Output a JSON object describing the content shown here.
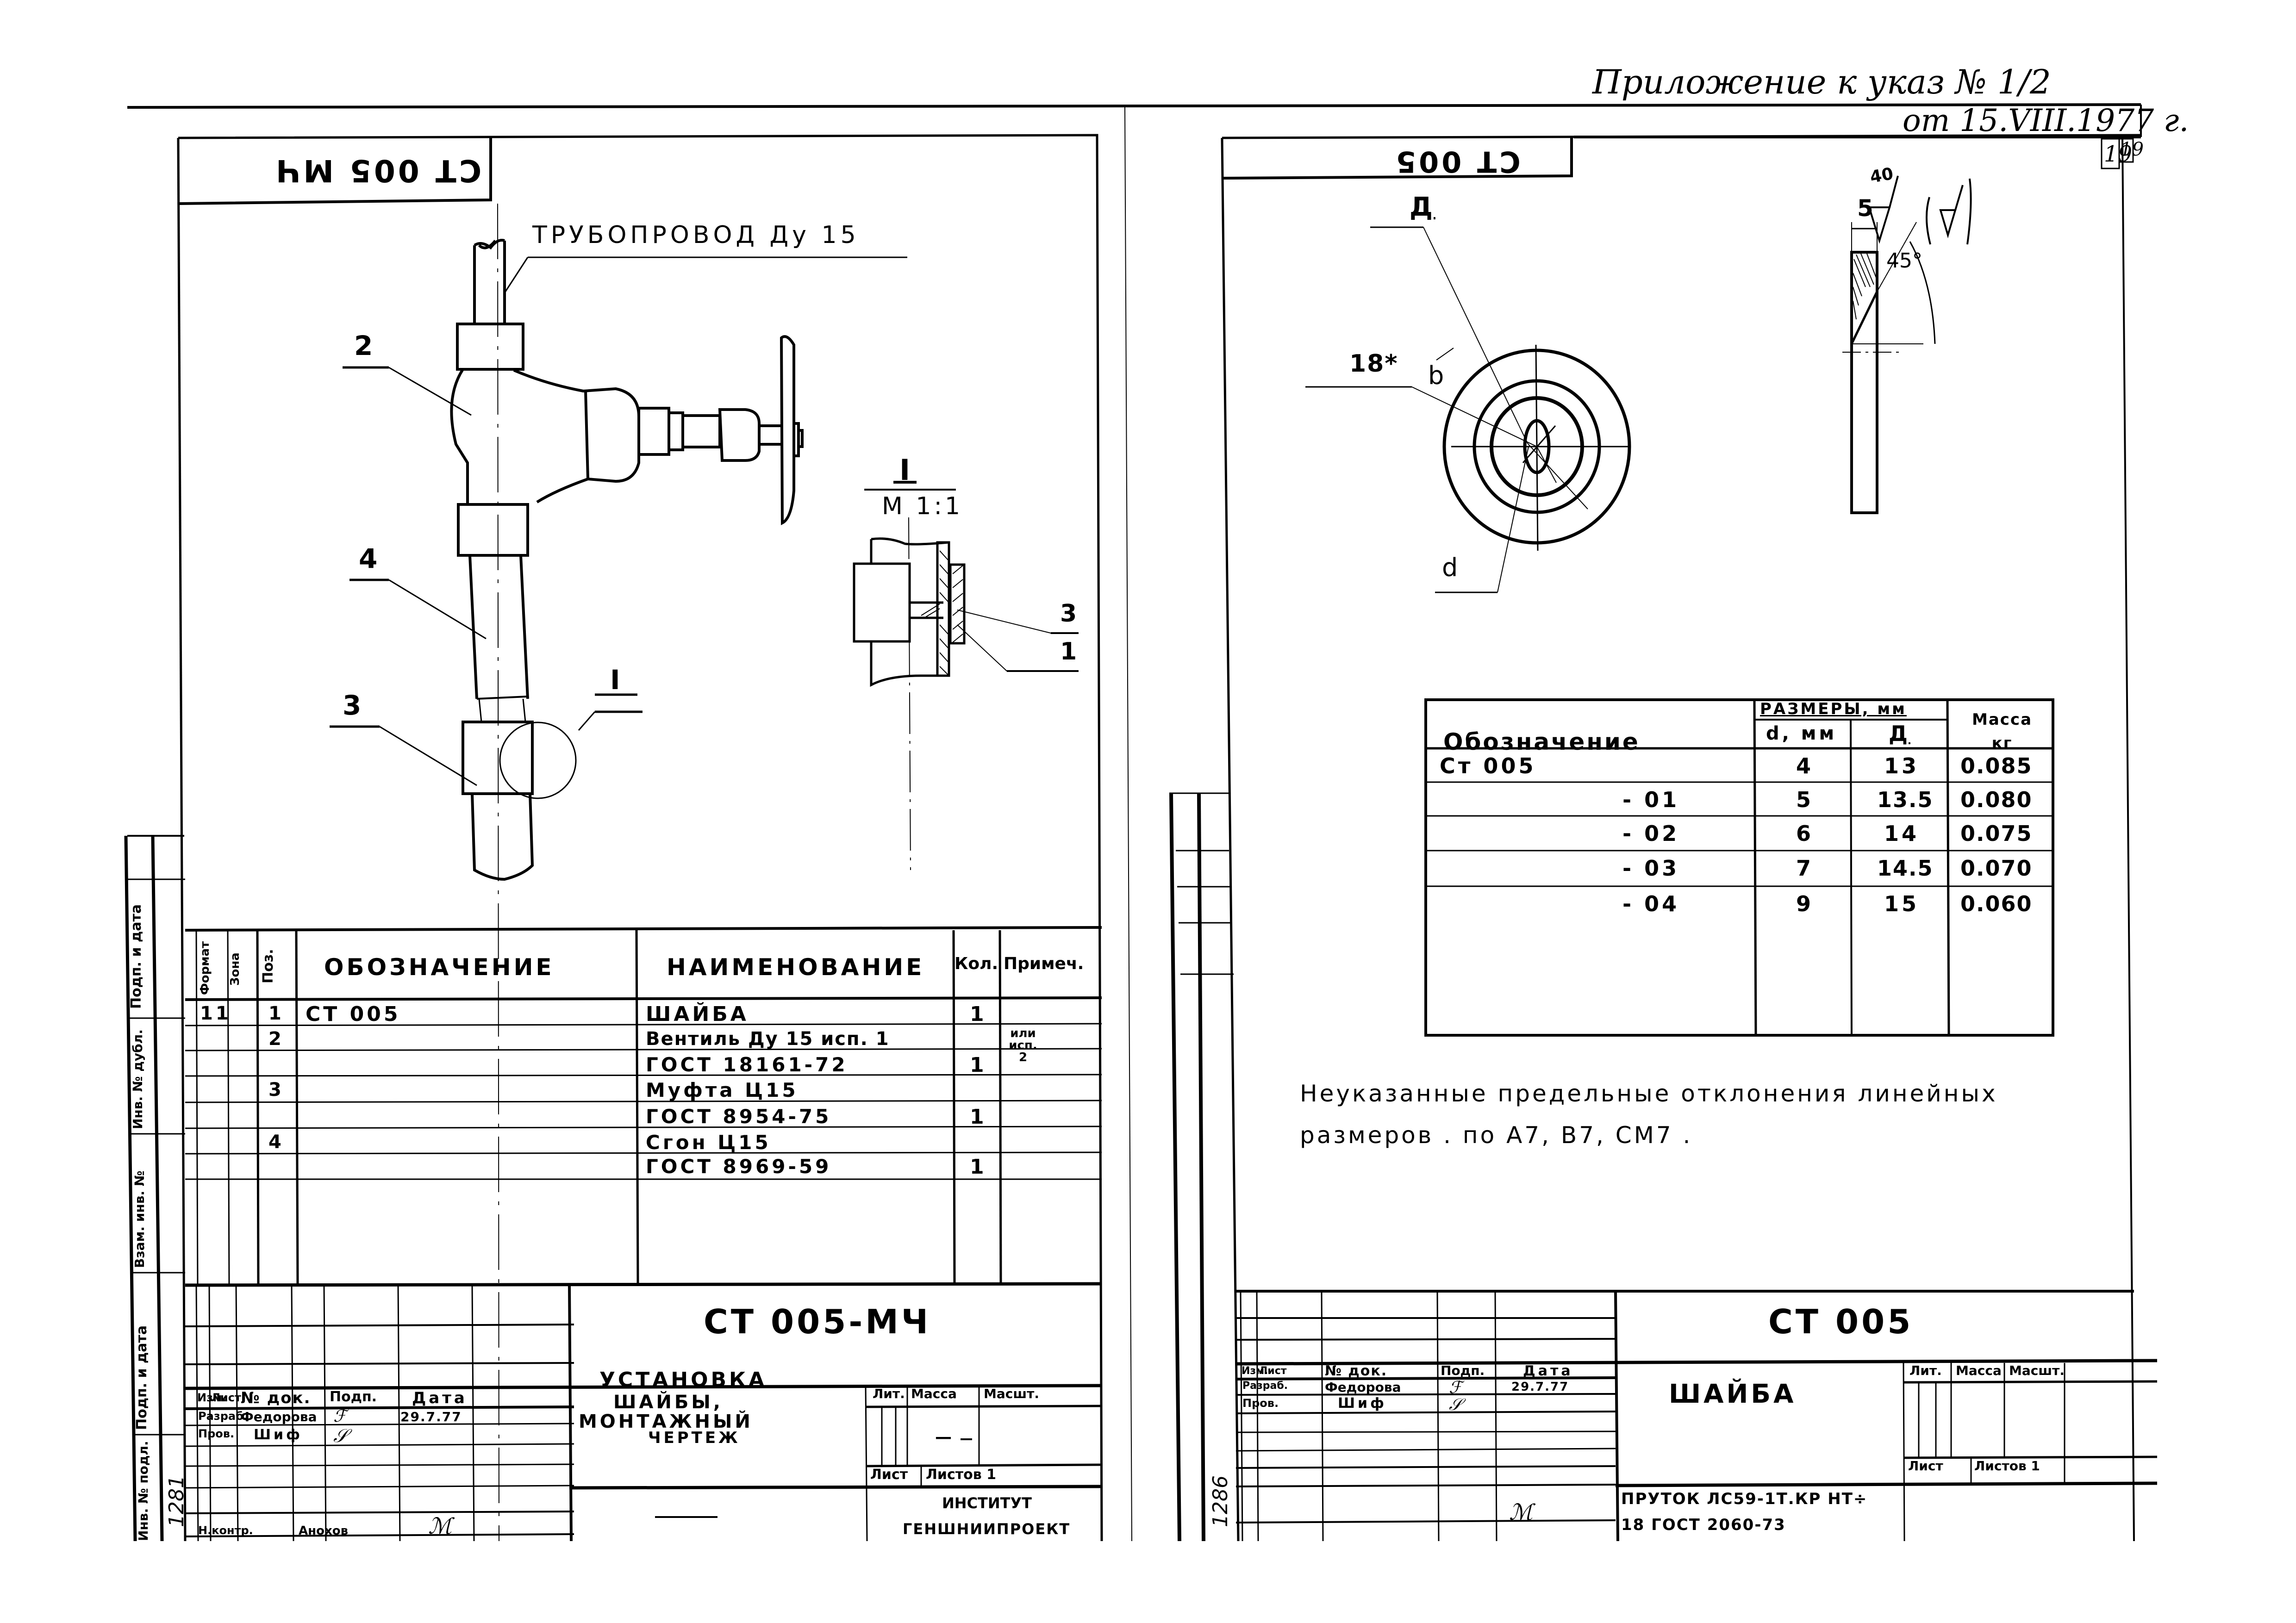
{
  "header": {
    "annotation_line1": "Приложение к указ № 1/2",
    "annotation_line2": "от 15.VIII.1977 г.",
    "page_numbers": [
      "19",
      "19"
    ]
  },
  "left_sheet": {
    "corner_stamp": "СТ 005 МЧ",
    "pipeline_label": "ТРУБОПРОВОД  Ду 15",
    "callouts": [
      "2",
      "4",
      "3",
      "I"
    ],
    "detail": {
      "title": "I",
      "scale": "М 1:1",
      "callouts": [
        "3",
        "1"
      ]
    },
    "spec_table": {
      "headers": {
        "format": "Формат",
        "zone": "Зона",
        "pos": "Поз.",
        "designation": "ОБОЗНАЧЕНИЕ",
        "name": "НАИМЕНОВАНИЕ",
        "qty": "Кол.",
        "note": "Примеч."
      },
      "rows": [
        {
          "format": "11",
          "zone": "",
          "pos": "1",
          "designation": "СТ  005",
          "name": "ШАЙБА",
          "qty": "1",
          "note": ""
        },
        {
          "format": "",
          "zone": "",
          "pos": "2",
          "designation": "",
          "name": "Вентиль Ду 15 исп. 1",
          "qty": "",
          "note": "или исп. 2"
        },
        {
          "format": "",
          "zone": "",
          "pos": "",
          "designation": "",
          "name": "ГОСТ 18161-72",
          "qty": "1",
          "note": ""
        },
        {
          "format": "",
          "zone": "",
          "pos": "3",
          "designation": "",
          "name": "Муфта Ц15",
          "qty": "",
          "note": ""
        },
        {
          "format": "",
          "zone": "",
          "pos": "",
          "designation": "",
          "name": "ГОСТ 8954-75",
          "qty": "1",
          "note": ""
        },
        {
          "format": "",
          "zone": "",
          "pos": "4",
          "designation": "",
          "name": "Сгон Ц15",
          "qty": "",
          "note": ""
        },
        {
          "format": "",
          "zone": "",
          "pos": "",
          "designation": "",
          "name": "ГОСТ 8969-59",
          "qty": "1",
          "note": ""
        }
      ]
    },
    "side_stamp": [
      "Подп. и дата",
      "Инв. № дубл.",
      "Взам. инв. №",
      "Подп. и дата",
      "Инв. № подл."
    ],
    "side_stamp_number": "1281",
    "title_block": {
      "doc_code": "СТ 005-МЧ",
      "title_lines": [
        "УСТАНОВКА",
        "ШАЙБЫ,",
        "МОНТАЖНЫЙ",
        "ЧЕРТЕЖ"
      ],
      "col_headers": [
        "Изм.",
        "Лист",
        "№ док.",
        "Подп.",
        "Дата"
      ],
      "rows": [
        {
          "role": "Разраб.",
          "name": "Федорова",
          "date": "29.7.77"
        },
        {
          "role": "Пров.",
          "name": "Шиф",
          "date": ""
        }
      ],
      "lit_label": "Лит.",
      "mass_label": "Масса",
      "scale_label": "Масшт.",
      "mass_value": "—",
      "sheet_label": "Лист",
      "sheets_label": "Листов 1",
      "material": "—",
      "institute_line1": "ИНСТИТУТ",
      "institute_line2": "ГЕНШНИИПРОЕКТ",
      "bottom_role": "Н.контр.",
      "bottom_name": "Анохов"
    }
  },
  "right_sheet": {
    "corner_stamp": "СТ 005",
    "roughness_value": "40",
    "roughness_general": "(√)",
    "drawing_labels": {
      "outer_dia": "Д",
      "chamfer": "18*",
      "b": "b",
      "d": "d",
      "thickness": "5",
      "angle": "45°"
    },
    "variant_table": {
      "headers": {
        "designation": "Обозначение",
        "sizes_group": "РАЗМЕРЫ, мм",
        "d": "d, мм",
        "D": "Д",
        "mass": "Масса кг"
      },
      "rows": [
        {
          "designation": "Ст  005",
          "d": "4",
          "D": "13",
          "mass": "0.085"
        },
        {
          "designation": "- 01",
          "d": "5",
          "D": "13.5",
          "mass": "0.080"
        },
        {
          "designation": "- 02",
          "d": "6",
          "D": "14",
          "mass": "0.075"
        },
        {
          "designation": "- 03",
          "d": "7",
          "D": "14.5",
          "mass": "0.070"
        },
        {
          "designation": "- 04",
          "d": "9",
          "D": "15",
          "mass": "0.060"
        }
      ]
    },
    "note_line1": "Неуказанные  предельные  отклонения  линейных",
    "note_line2": "размеров  . по А7,  В7,  СМ7 .",
    "side_stamp_number": "1286",
    "title_block": {
      "doc_code": "СТ 005",
      "title": "ШАЙБА",
      "col_headers": [
        "Изм.",
        "Лист",
        "№ док.",
        "Подп.",
        "Дата"
      ],
      "rows": [
        {
          "role": "Разраб.",
          "name": "Федорова",
          "date": "29.7.77"
        },
        {
          "role": "Пров.",
          "name": "Шиф",
          "date": ""
        }
      ],
      "lit_label": "Лит.",
      "mass_label": "Масса",
      "scale_label": "Масшт.",
      "sheet_label": "Лист",
      "sheets_label": "Листов 1",
      "material_line1": "ПРУТОК ЛС59-1Т.КР НТ÷",
      "material_line2": "18  ГОСТ 2060-73"
    }
  }
}
